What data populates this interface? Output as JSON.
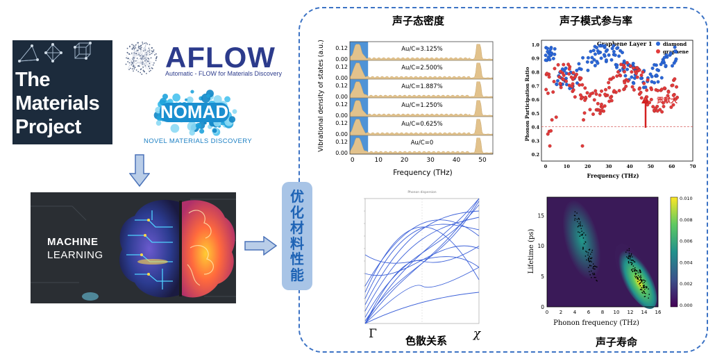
{
  "logos": {
    "materials_project": {
      "line1": "The",
      "line2": "Materials",
      "line3": "Project"
    },
    "aflow": {
      "name": "AFLOW",
      "tagline": "Automatic - FLOW for Materials Discovery"
    },
    "nomad": {
      "name": "NOMAD",
      "tagline": "NOVEL MATERIALS DISCOVERY"
    }
  },
  "ml": {
    "line1": "MACHINE",
    "line2": "LEARNING"
  },
  "optimize_label": "优\n化\n材\n料\n性\n能",
  "sections": {
    "dos_title": "声子态密度",
    "ppr_title": "声子模式参与率",
    "dispersion_title": "色散关系",
    "lifetime_title": "声子寿命"
  },
  "dos_panel": {
    "ylabel": "Vibrational density of states (a.u.)",
    "xlabel": "Frequency (THz)",
    "rows": [
      "Au/C=3.125%",
      "Au/C=2.500%",
      "Au/C=1.887%",
      "Au/C=1.250%",
      "Au/C=0.625%",
      "Au/C=0"
    ],
    "tick_top": "0.12",
    "tick_bottom": "0.00",
    "xticks": [
      "0",
      "10",
      "20",
      "30",
      "40",
      "50"
    ]
  },
  "ppr_panel": {
    "title": "Graphene Layer 1",
    "legend": [
      "diamond",
      "graphene"
    ],
    "ylabel": "Phonon Participation Ratio",
    "xlabel": "Frequency (THz)",
    "annotation": "贡献大",
    "yticks": [
      "1.0",
      "0.9",
      "0.8",
      "0.7",
      "0.6",
      "0.5",
      "0.4",
      "0.3",
      "0.2"
    ],
    "xticks": [
      "0",
      "10",
      "20",
      "30",
      "40",
      "50",
      "60",
      "70"
    ],
    "colors": {
      "diamond": "#2a66d8",
      "graphene": "#e23b3b"
    }
  },
  "dispersion_panel": {
    "title": "Phonon dispersion",
    "labels": {
      "left": "Γ",
      "right": "χ"
    }
  },
  "lifetime_panel": {
    "ylabel": "Lifetime (ps)",
    "xlabel": "Phonon frequency (THz)",
    "yticks": [
      "0",
      "5",
      "10",
      "15"
    ],
    "xticks": [
      "0",
      "2",
      "4",
      "6",
      "8",
      "10",
      "12",
      "14",
      "16"
    ],
    "colorbar_ticks": [
      "0.010",
      "0.008",
      "0.006",
      "0.004",
      "0.002",
      "0.000"
    ]
  }
}
